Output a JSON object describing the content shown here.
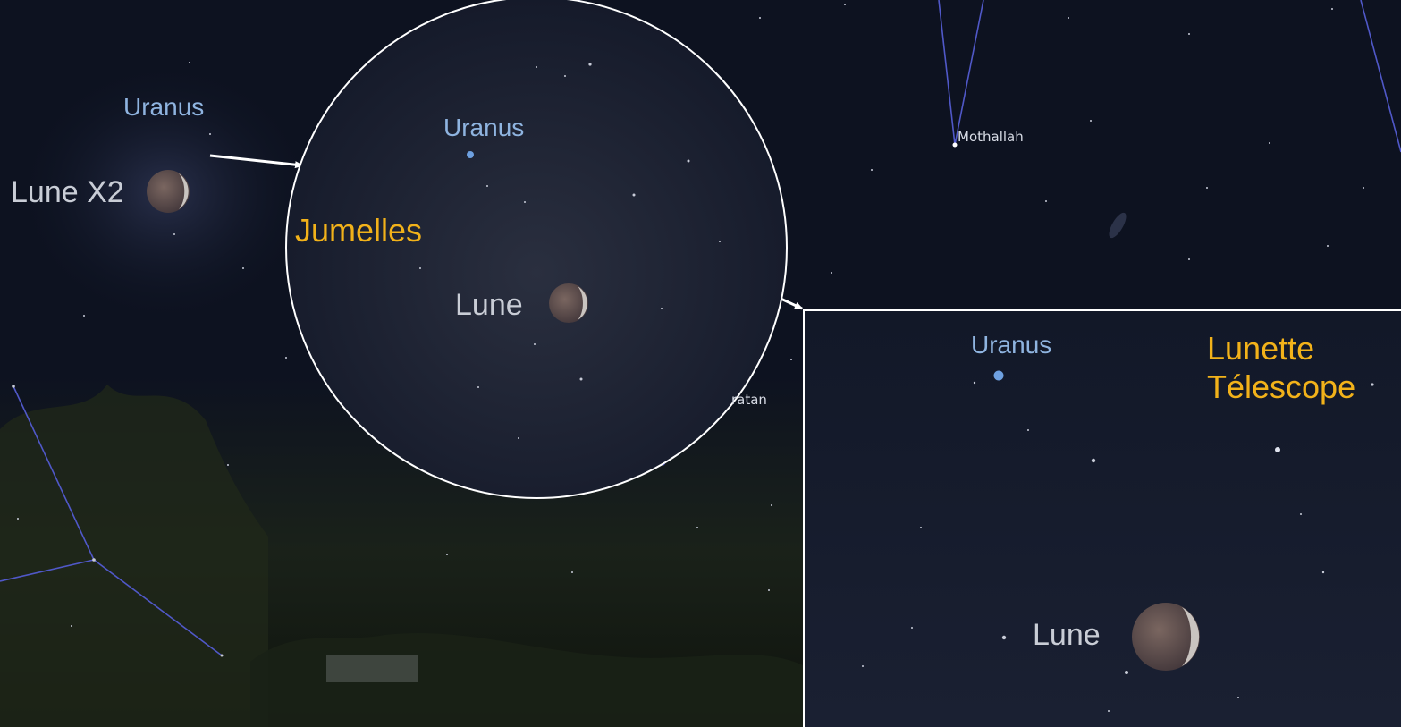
{
  "naked_eye": {
    "uranus_label": "Uranus",
    "moon_label": "Lune X2"
  },
  "binoculars": {
    "title": "Jumelles",
    "uranus_label": "Uranus",
    "moon_label": "Lune"
  },
  "telescope": {
    "title_line1": "Lunette",
    "title_line2": "Télescope",
    "uranus_label": "Uranus",
    "moon_label": "Lune"
  },
  "stars": {
    "mothallah": "Mothallah",
    "partial": "ratan"
  },
  "colors": {
    "sky": "#0d1220",
    "constellation_line": "#5058c8",
    "planet_label": "#8fb4e0",
    "scope_label": "#f2b21a",
    "outline": "#ffffff"
  }
}
